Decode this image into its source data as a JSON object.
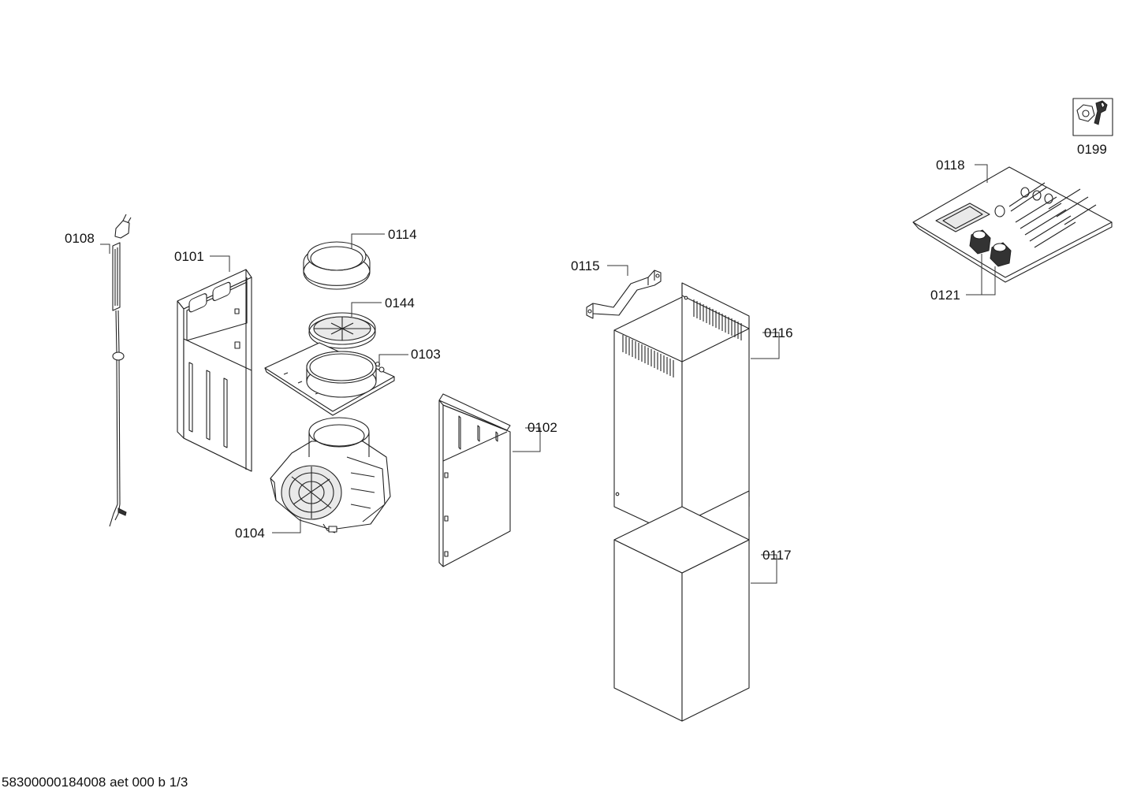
{
  "labels": {
    "p0101": "0101",
    "p0102": "0102",
    "p0103": "0103",
    "p0104": "0104",
    "p0108": "0108",
    "p0114": "0114",
    "p0115": "0115",
    "p0116": "0116",
    "p0117": "0117",
    "p0118": "0118",
    "p0121": "0121",
    "p0144": "0144",
    "p0199": "0199"
  },
  "footer": {
    "doc_code": "58300000184008 aet 000 b 1/3"
  },
  "icons": {
    "service_tools": "wrench-nut-icon"
  }
}
